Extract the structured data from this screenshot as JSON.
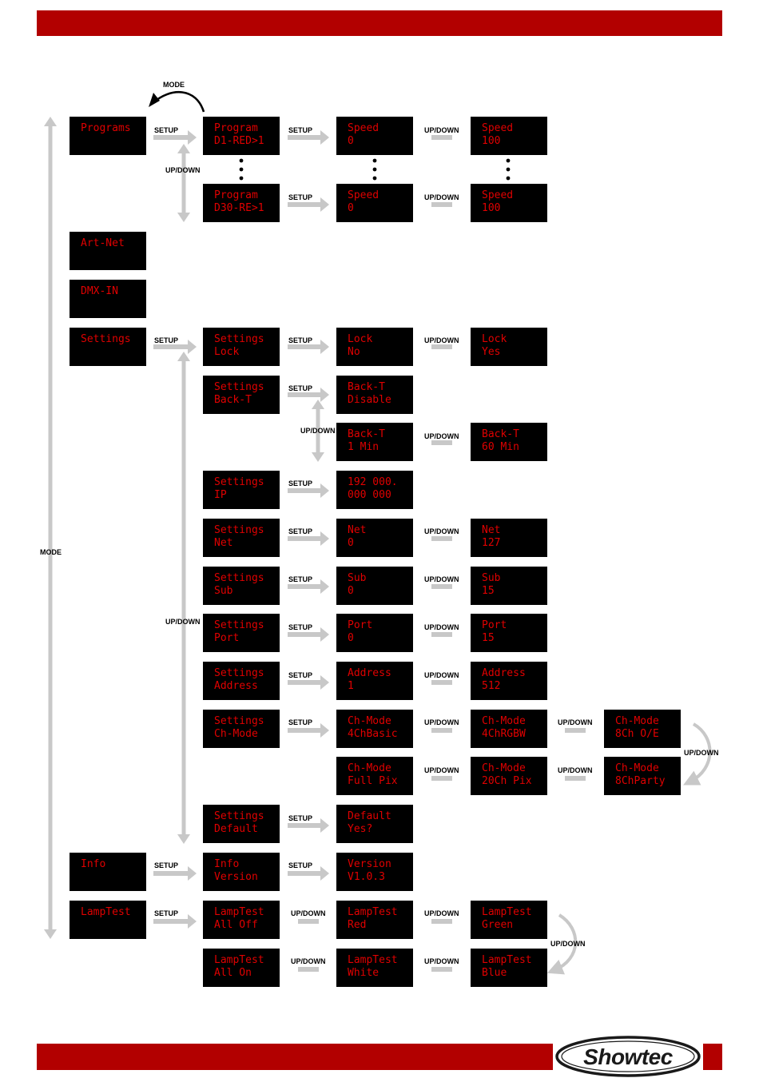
{
  "header": {},
  "labels": {
    "mode": "MODE",
    "setup": "SETUP",
    "updown": "UP/DOWN"
  },
  "brand": {
    "logo_text": "Showtec",
    "band_color": "#b20000",
    "lcd_text_color": "#e00000"
  },
  "displays": {
    "programs": [
      "Programs",
      ""
    ],
    "program_first": [
      "Program",
      "D1-RED>1"
    ],
    "program_last": [
      "Program",
      "D30-RE>1"
    ],
    "speed_first_min": [
      "Speed",
      "0"
    ],
    "speed_first_max": [
      "Speed",
      "100"
    ],
    "speed_last_min": [
      "Speed",
      "0"
    ],
    "speed_last_max": [
      "Speed",
      "100"
    ],
    "artnet": [
      "Art-Net",
      ""
    ],
    "dmxin": [
      "DMX-IN",
      ""
    ],
    "settings": [
      "Settings",
      ""
    ],
    "settings_lock": [
      "Settings",
      "Lock"
    ],
    "lock_no": [
      "Lock",
      "No"
    ],
    "lock_yes": [
      "Lock",
      "Yes"
    ],
    "settings_backt": [
      "Settings",
      "Back-T"
    ],
    "backt_disable": [
      "Back-T",
      "Disable"
    ],
    "backt_1min": [
      "Back-T",
      "1 Min"
    ],
    "backt_60min": [
      "Back-T",
      "60 Min"
    ],
    "settings_ip": [
      "Settings",
      "IP"
    ],
    "ip_value": [
      "192 000.",
      "000 000"
    ],
    "settings_net": [
      "Settings",
      "Net"
    ],
    "net_min": [
      "Net",
      "0"
    ],
    "net_max": [
      "Net",
      "127"
    ],
    "settings_sub": [
      "Settings",
      "Sub"
    ],
    "sub_min": [
      "Sub",
      "0"
    ],
    "sub_max": [
      "Sub",
      "15"
    ],
    "settings_port": [
      "Settings",
      "Port"
    ],
    "port_min": [
      "Port",
      "0"
    ],
    "port_max": [
      "Port",
      "15"
    ],
    "settings_address": [
      "Settings",
      "Address"
    ],
    "address_min": [
      "Address",
      "1"
    ],
    "address_max": [
      "Address",
      "512"
    ],
    "settings_chmode": [
      "Settings",
      "Ch-Mode"
    ],
    "chmode_4chbasic": [
      "Ch-Mode",
      "4ChBasic"
    ],
    "chmode_4chrgbw": [
      "Ch-Mode",
      "4ChRGBW"
    ],
    "chmode_8choe": [
      "Ch-Mode",
      "8Ch O/E"
    ],
    "chmode_fullpix": [
      "Ch-Mode",
      "Full Pix"
    ],
    "chmode_20chpix": [
      "Ch-Mode",
      "20Ch Pix"
    ],
    "chmode_8chparty": [
      "Ch-Mode",
      "8ChParty"
    ],
    "settings_default": [
      "Settings",
      "Default"
    ],
    "default_yes": [
      "Default",
      "Yes?"
    ],
    "info": [
      "Info",
      ""
    ],
    "info_version": [
      "Info",
      "Version"
    ],
    "version_value": [
      "Version",
      "V1.0.3"
    ],
    "lamptest": [
      "LampTest",
      ""
    ],
    "lamptest_alloff": [
      "LampTest",
      "All Off"
    ],
    "lamptest_red": [
      "LampTest",
      "Red"
    ],
    "lamptest_green": [
      "LampTest",
      "Green"
    ],
    "lamptest_allon": [
      "LampTest",
      "All On"
    ],
    "lamptest_white": [
      "LampTest",
      "White"
    ],
    "lamptest_blue": [
      "LampTest",
      "Blue"
    ]
  }
}
